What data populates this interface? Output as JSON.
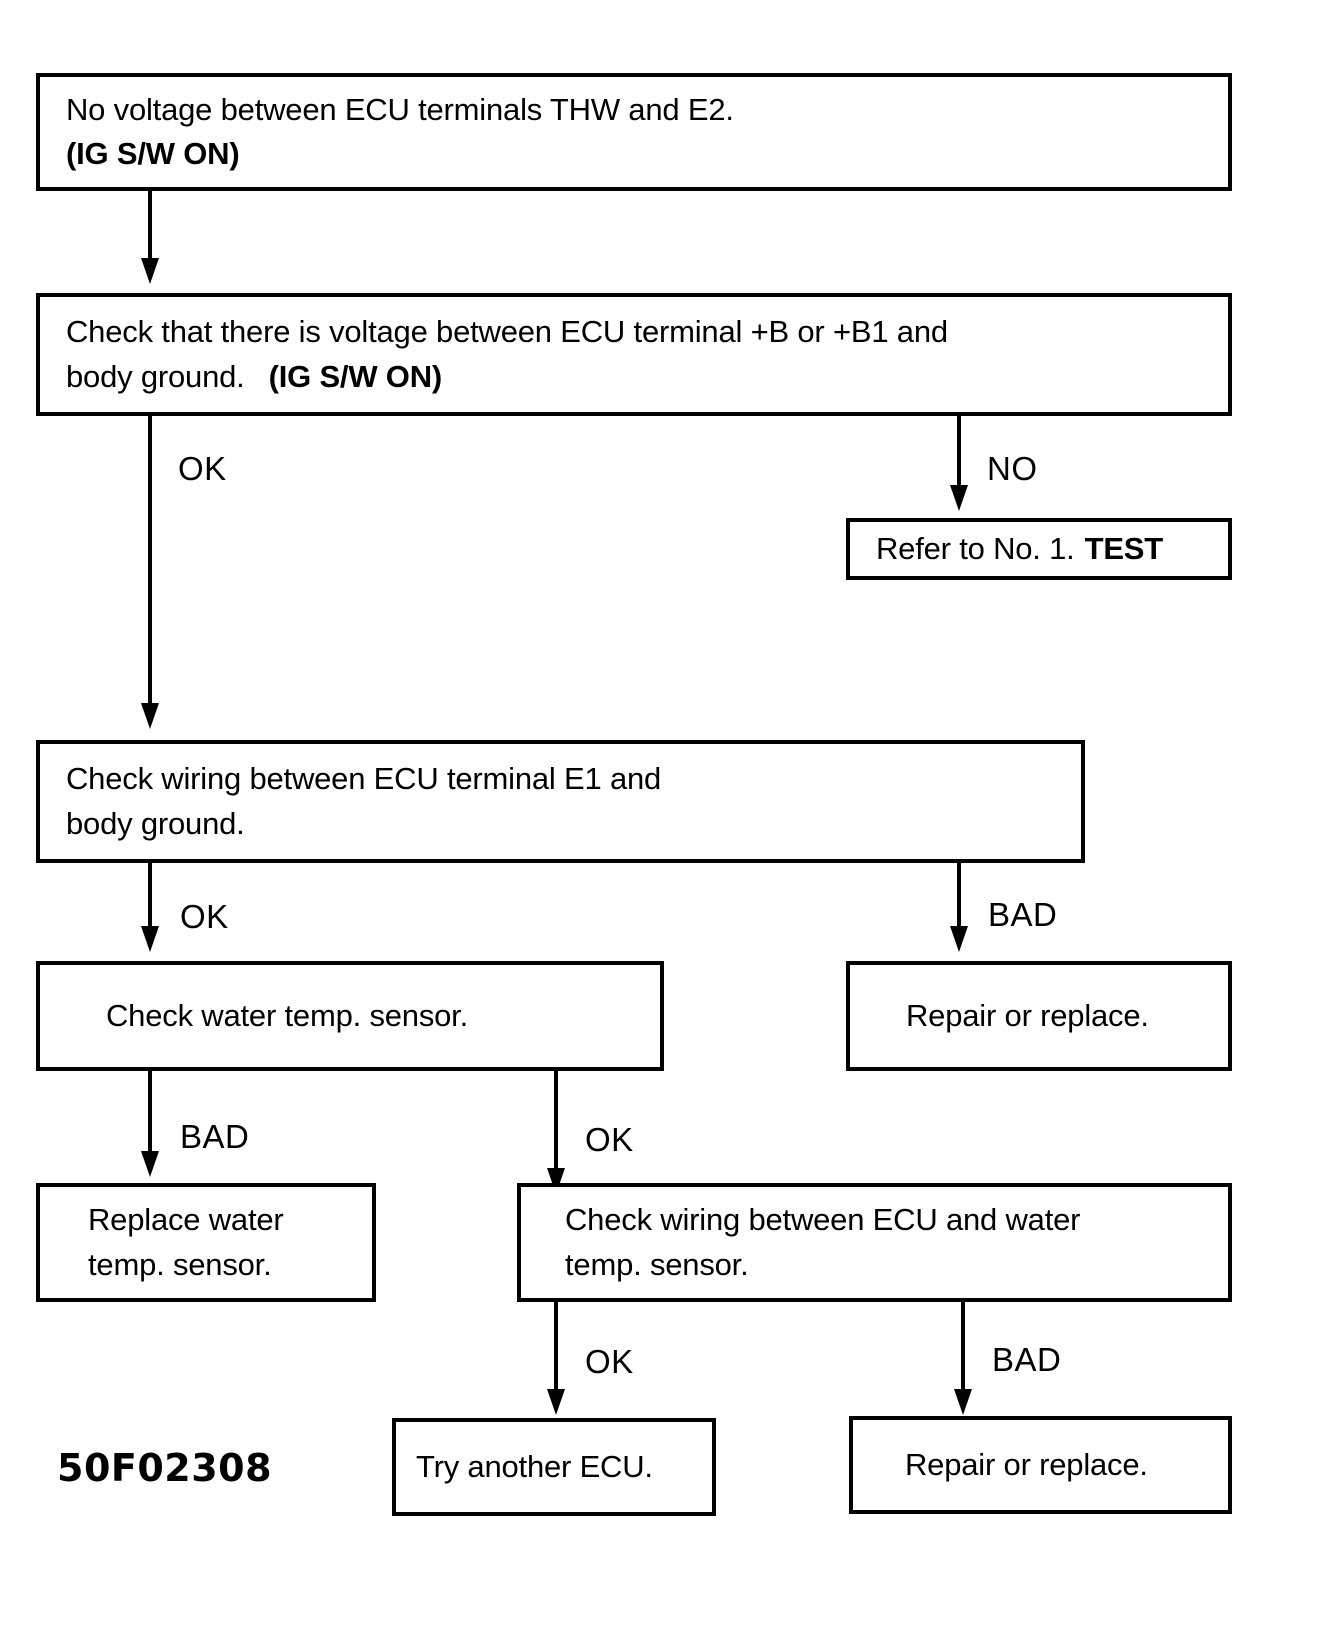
{
  "diagram": {
    "type": "flowchart",
    "reference_code": "50F02308",
    "nodes": {
      "n1": {
        "id": "n1",
        "line1": "No voltage between ECU terminals THW and E2.",
        "line2": "(IG S/W ON)"
      },
      "n2": {
        "id": "n2",
        "line1": "Check that there is voltage between ECU terminal +B or +B1 and",
        "line2_a": "body ground.",
        "line2_b": "(IG S/W ON)"
      },
      "n3": {
        "id": "n3",
        "line1_a": "Refer to No. 1.",
        "line1_b": "TEST"
      },
      "n4": {
        "id": "n4",
        "line1": "Check wiring between ECU terminal E1 and",
        "line2": "body ground."
      },
      "n5": {
        "id": "n5",
        "line1": "Check water temp. sensor."
      },
      "n6": {
        "id": "n6",
        "line1": "Repair or replace."
      },
      "n7": {
        "id": "n7",
        "line1": "Replace water",
        "line2": "temp. sensor."
      },
      "n8": {
        "id": "n8",
        "line1": "Check wiring between ECU and water",
        "line2": "temp. sensor."
      },
      "n9": {
        "id": "n9",
        "line1": "Try another ECU."
      },
      "n10": {
        "id": "n10",
        "line1": "Repair or replace."
      }
    },
    "edges": {
      "e1": {
        "from": "n1",
        "to": "n2",
        "label": ""
      },
      "e2": {
        "from": "n2",
        "to": "n4",
        "label": "OK"
      },
      "e3": {
        "from": "n2",
        "to": "n3",
        "label": "NO"
      },
      "e4": {
        "from": "n4",
        "to": "n5",
        "label": "OK"
      },
      "e5": {
        "from": "n4",
        "to": "n6",
        "label": "BAD"
      },
      "e6": {
        "from": "n5",
        "to": "n7",
        "label": "BAD"
      },
      "e7": {
        "from": "n5",
        "to": "n8",
        "label": "OK"
      },
      "e8": {
        "from": "n8",
        "to": "n9",
        "label": "OK"
      },
      "e9": {
        "from": "n8",
        "to": "n10",
        "label": "BAD"
      }
    },
    "colors": {
      "ink": "#000000",
      "paper": "#ffffff"
    }
  }
}
